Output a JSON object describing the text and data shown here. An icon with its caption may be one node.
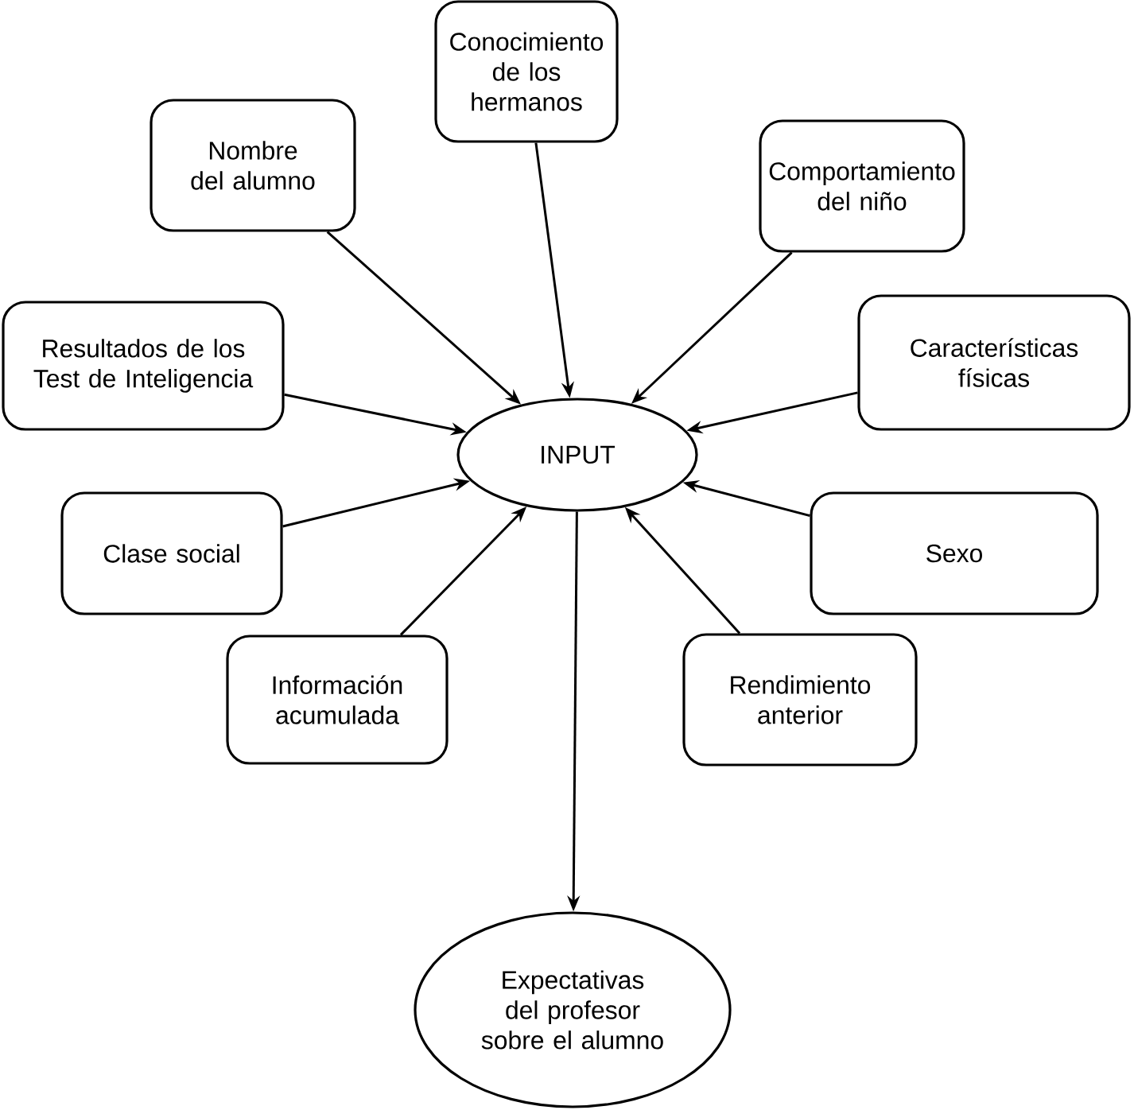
{
  "diagram": {
    "nodes": [
      {
        "text": [
          "Conocimiento de los hermanos"
        ]
      },
      {
        "text": [
          "Nombre del alumno"
        ]
      },
      {
        "text": [
          "Comportamiento del niño"
        ]
      },
      {
        "text": [
          "Resultados de los Test de Inteligencia"
        ]
      },
      {
        "text": [
          "Características físicas"
        ]
      },
      {
        "text": [
          "INPUT"
        ]
      },
      {
        "text": [
          "Clase social"
        ]
      },
      {
        "text": [
          "Sexo"
        ]
      },
      {
        "text": [
          "Información acumulada"
        ]
      },
      {
        "text": [
          "Rendimiento anterior"
        ]
      },
      {
        "text": [
          "Expectativas del profesor sobre el alumno"
        ]
      }
    ],
    "edges": [
      {
        "from": 0,
        "to": 5,
        "arrow": "to"
      },
      {
        "from": 1,
        "to": 5,
        "arrow": "to"
      },
      {
        "from": 2,
        "to": 5,
        "arrow": "to"
      },
      {
        "from": 3,
        "to": 5,
        "arrow": "to"
      },
      {
        "from": 4,
        "to": 5,
        "arrow": "to"
      },
      {
        "from": 6,
        "to": 5,
        "arrow": "to"
      },
      {
        "from": 7,
        "to": 5,
        "arrow": "to"
      },
      {
        "from": 8,
        "to": 5,
        "arrow": "to"
      },
      {
        "from": 9,
        "to": 5,
        "arrow": "to"
      },
      {
        "from": 5,
        "to": 10,
        "arrow": "to"
      }
    ]
  }
}
